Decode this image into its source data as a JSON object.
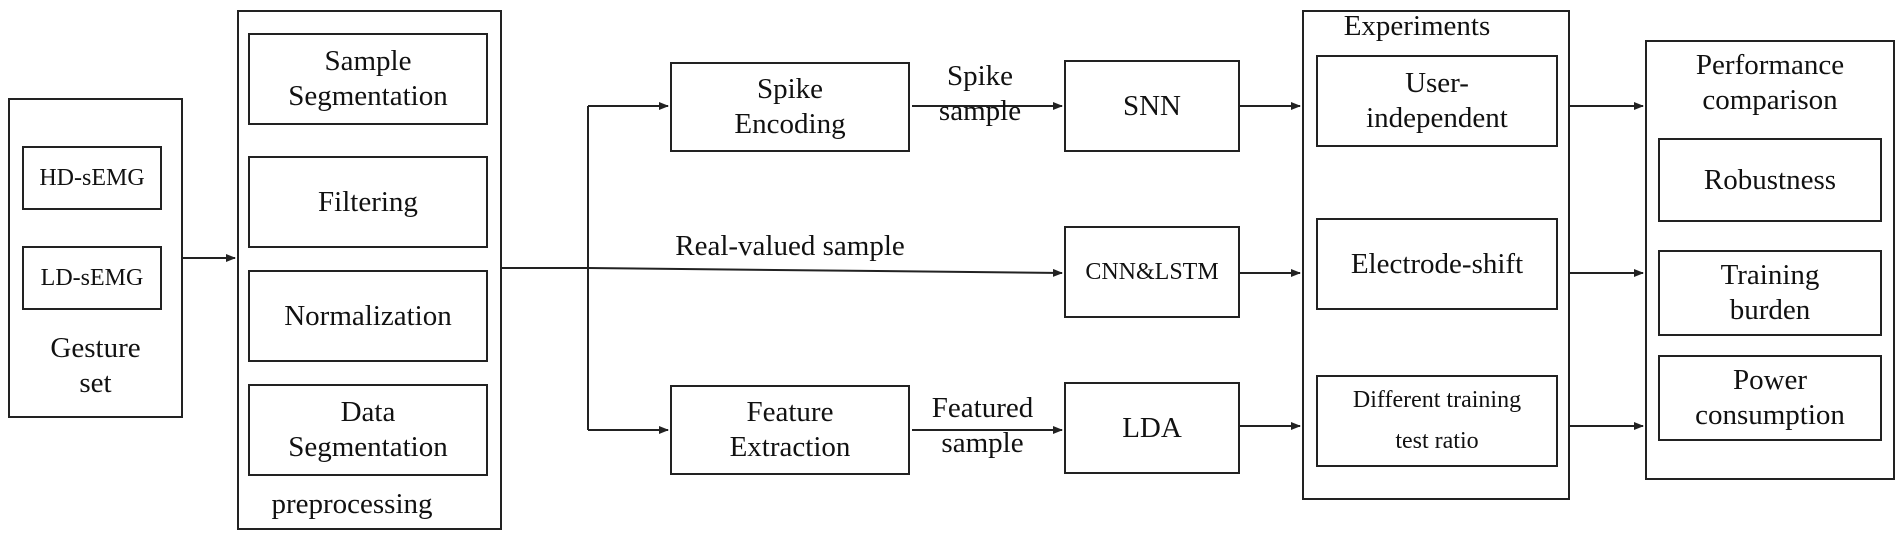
{
  "gesture_set": {
    "hd": "HD-sEMG",
    "ld": "LD-sEMG",
    "label": "Gesture\nset"
  },
  "preprocessing": {
    "label": "preprocessing",
    "steps": [
      "Sample\nSegmentation",
      "Filtering",
      "Normalization",
      "Data\nSegmentation"
    ]
  },
  "encoders": {
    "spike": "Spike\nEncoding",
    "feature": "Feature\nExtraction"
  },
  "edge_labels": {
    "spike_sample": "Spike\nsample",
    "real_valued": "Real-valued sample",
    "featured_sample": "Featured\nsample"
  },
  "models": {
    "snn": "SNN",
    "cnn_lstm": "CNN&LSTM",
    "lda": "LDA"
  },
  "experiments": {
    "title": "Experiments",
    "items": [
      "User-\nindependent",
      "Electrode-shift",
      "Different training\ntest ratio"
    ]
  },
  "performance": {
    "title": "Performance\ncomparison",
    "items": [
      "Robustness",
      "Training\nburden",
      "Power\nconsumption"
    ]
  }
}
